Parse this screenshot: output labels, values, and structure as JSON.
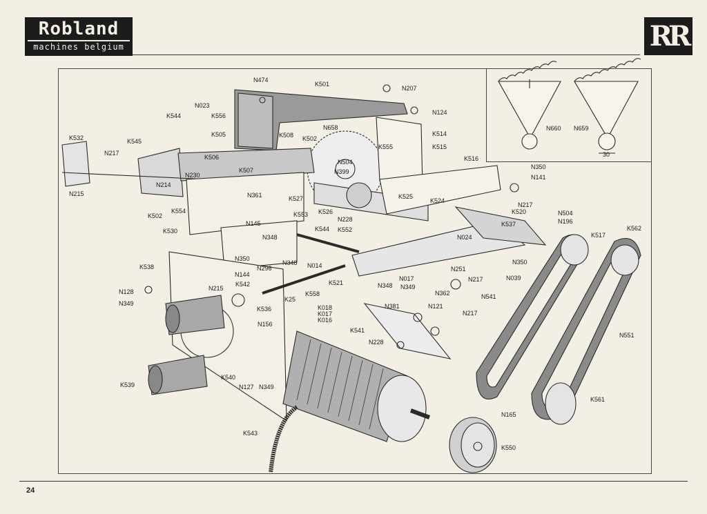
{
  "header": {
    "brand_name": "Robland",
    "brand_sub": "machines belgium",
    "logo_text": "RR"
  },
  "footer": {
    "page_number": "24"
  },
  "labels": [
    {
      "text": "N474"
    },
    {
      "text": "K501"
    },
    {
      "text": "N207"
    },
    {
      "text": "N124"
    },
    {
      "text": "N023"
    },
    {
      "text": "K544"
    },
    {
      "text": "K556"
    },
    {
      "text": "N658"
    },
    {
      "text": "K514"
    },
    {
      "text": "K515"
    },
    {
      "text": "K532"
    },
    {
      "text": "K545"
    },
    {
      "text": "K505"
    },
    {
      "text": "K508"
    },
    {
      "text": "K502"
    },
    {
      "text": "K555"
    },
    {
      "text": "N217"
    },
    {
      "text": "K506"
    },
    {
      "text": "N504"
    },
    {
      "text": "K516"
    },
    {
      "text": "N350"
    },
    {
      "text": "N141"
    },
    {
      "text": "K507"
    },
    {
      "text": "N399"
    },
    {
      "text": "N214"
    },
    {
      "text": "N230"
    },
    {
      "text": "N215"
    },
    {
      "text": "N361"
    },
    {
      "text": "K527"
    },
    {
      "text": "K525"
    },
    {
      "text": "K524"
    },
    {
      "text": "N217"
    },
    {
      "text": "K520"
    },
    {
      "text": "N504"
    },
    {
      "text": "N196"
    },
    {
      "text": "K562"
    },
    {
      "text": "K554"
    },
    {
      "text": "K553"
    },
    {
      "text": "K526"
    },
    {
      "text": "N228"
    },
    {
      "text": "K502"
    },
    {
      "text": "N145"
    },
    {
      "text": "K530"
    },
    {
      "text": "K544"
    },
    {
      "text": "K552"
    },
    {
      "text": "K537"
    },
    {
      "text": "K517"
    },
    {
      "text": "N348"
    },
    {
      "text": "N024"
    },
    {
      "text": "N350"
    },
    {
      "text": "N296"
    },
    {
      "text": "N348"
    },
    {
      "text": "N014"
    },
    {
      "text": "K538"
    },
    {
      "text": "N144"
    },
    {
      "text": "N350"
    },
    {
      "text": "N251"
    },
    {
      "text": "N017"
    },
    {
      "text": "N217"
    },
    {
      "text": "N039"
    },
    {
      "text": "K542"
    },
    {
      "text": "N215"
    },
    {
      "text": "K521"
    },
    {
      "text": "N348"
    },
    {
      "text": "N349"
    },
    {
      "text": "N362"
    },
    {
      "text": "N128"
    },
    {
      "text": "K558"
    },
    {
      "text": "N349"
    },
    {
      "text": "N541"
    },
    {
      "text": "K25"
    },
    {
      "text": "K536"
    },
    {
      "text": "N381"
    },
    {
      "text": "N121"
    },
    {
      "text": "K018"
    },
    {
      "text": "K017"
    },
    {
      "text": "K016"
    },
    {
      "text": "N217"
    },
    {
      "text": "N156"
    },
    {
      "text": "K541"
    },
    {
      "text": "N551"
    },
    {
      "text": "N228"
    },
    {
      "text": "K540"
    },
    {
      "text": "N127"
    },
    {
      "text": "N349"
    },
    {
      "text": "K539"
    },
    {
      "text": "K561"
    },
    {
      "text": "N165"
    },
    {
      "text": "K543"
    },
    {
      "text": "K550"
    },
    {
      "text": "N660"
    },
    {
      "text": "N659"
    },
    {
      "text": "30"
    }
  ]
}
